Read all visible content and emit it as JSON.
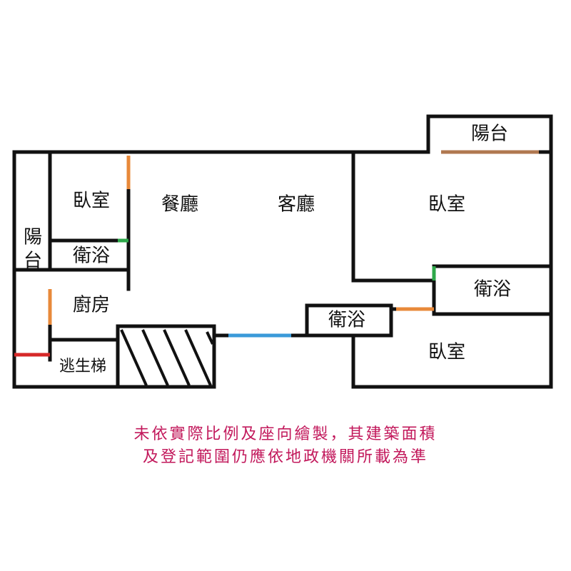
{
  "rooms": {
    "balcony_top": "陽台",
    "balcony_left_1": "陽",
    "balcony_left_2": "台",
    "bedroom_left": "臥室",
    "bath_left": "衛浴",
    "kitchen": "廚房",
    "stairs": "逃生梯",
    "dining": "餐廳",
    "living": "客廳",
    "bedroom_right_top": "臥室",
    "bath_right": "衛浴",
    "bath_center": "衛浴",
    "bedroom_right_bottom": "臥室"
  },
  "disclaimer": {
    "line1": "未依實際比例及座向繪製，其建築面積",
    "line2": "及登記範圍仍應依地政機關所載為準"
  },
  "colors": {
    "wall": "#111111",
    "door_orange": "#e8893a",
    "door_brown": "#b07850",
    "door_green": "#2ea84a",
    "door_blue": "#3a9ad9",
    "door_red": "#d62828",
    "disclaimer_text": "#c2185b"
  }
}
